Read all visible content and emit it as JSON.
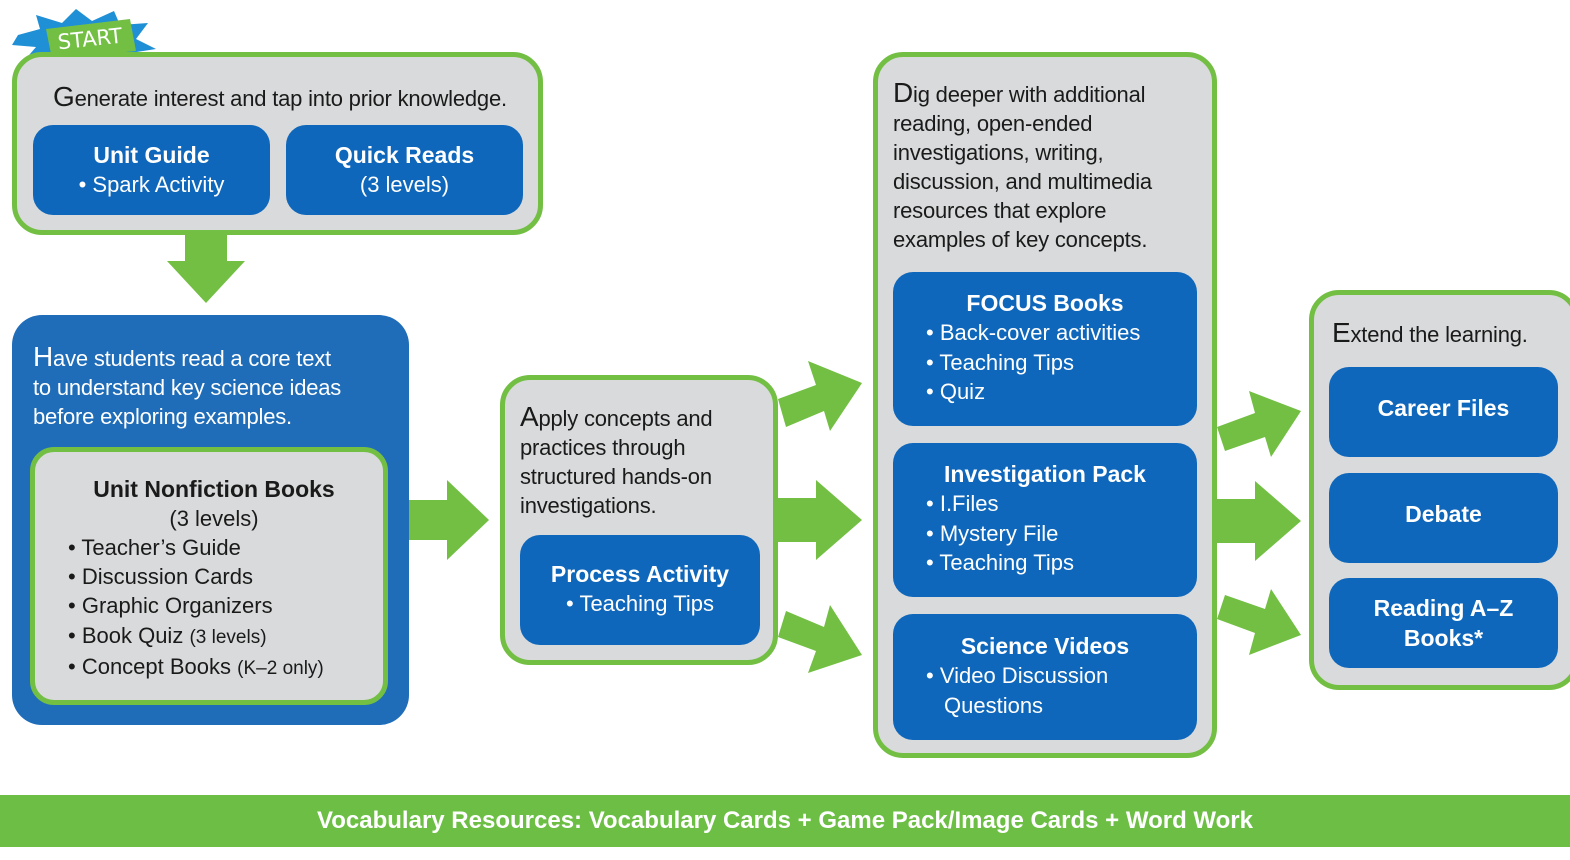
{
  "start_badge": "START",
  "step1": {
    "intro_initial": "G",
    "intro_rest": "enerate interest and tap into prior knowledge.",
    "unit_guide": {
      "title": "Unit Guide",
      "items": [
        "Spark Activity"
      ]
    },
    "quick_reads": {
      "title": "Quick Reads",
      "subtitle": "(3 levels)"
    }
  },
  "step2": {
    "intro_initial": "H",
    "intro_rest_lines": [
      "ave students read a core text",
      "to understand key science ideas",
      "before exploring examples."
    ],
    "books": {
      "title": "Unit Nonfiction Books",
      "subtitle": "(3 levels)",
      "items": [
        {
          "text": "Teacher’s Guide",
          "note": ""
        },
        {
          "text": "Discussion Cards",
          "note": ""
        },
        {
          "text": "Graphic Organizers",
          "note": ""
        },
        {
          "text": "Book Quiz",
          "note": "(3 levels)"
        },
        {
          "text": "Concept Books",
          "note": "(K–2 only)"
        }
      ]
    }
  },
  "step3": {
    "intro_initial": "A",
    "intro_rest_lines": [
      "pply concepts and",
      "practices through",
      "structured hands-on",
      "investigations."
    ],
    "process": {
      "title": "Process Activity",
      "items": [
        "Teaching Tips"
      ]
    }
  },
  "step4": {
    "intro_initial": "D",
    "intro_rest_lines": [
      "ig deeper with additional",
      "reading, open-ended",
      "investigations, writing,",
      "discussion, and multimedia",
      "resources that explore",
      "examples of key concepts."
    ],
    "focus": {
      "title": "FOCUS Books",
      "items": [
        "Back-cover activities",
        "Teaching Tips",
        "Quiz"
      ]
    },
    "investigation": {
      "title": "Investigation Pack",
      "items": [
        "I.Files",
        "Mystery File",
        "Teaching Tips"
      ]
    },
    "videos": {
      "title": "Science Videos",
      "items": [
        "Video Discussion",
        "Questions"
      ]
    }
  },
  "step5": {
    "intro_initial": "E",
    "intro_rest": "xtend the learning.",
    "career": "Career Files",
    "debate": "Debate",
    "raz_lines": [
      "Reading A–Z",
      "Books*"
    ]
  },
  "bottom_bar": "Vocabulary Resources: Vocabulary Cards + Game Pack/Image Cards + Word Work",
  "colors": {
    "green": "#72bf44",
    "blue": "#0f67bb",
    "gray": "#d9dadb"
  }
}
